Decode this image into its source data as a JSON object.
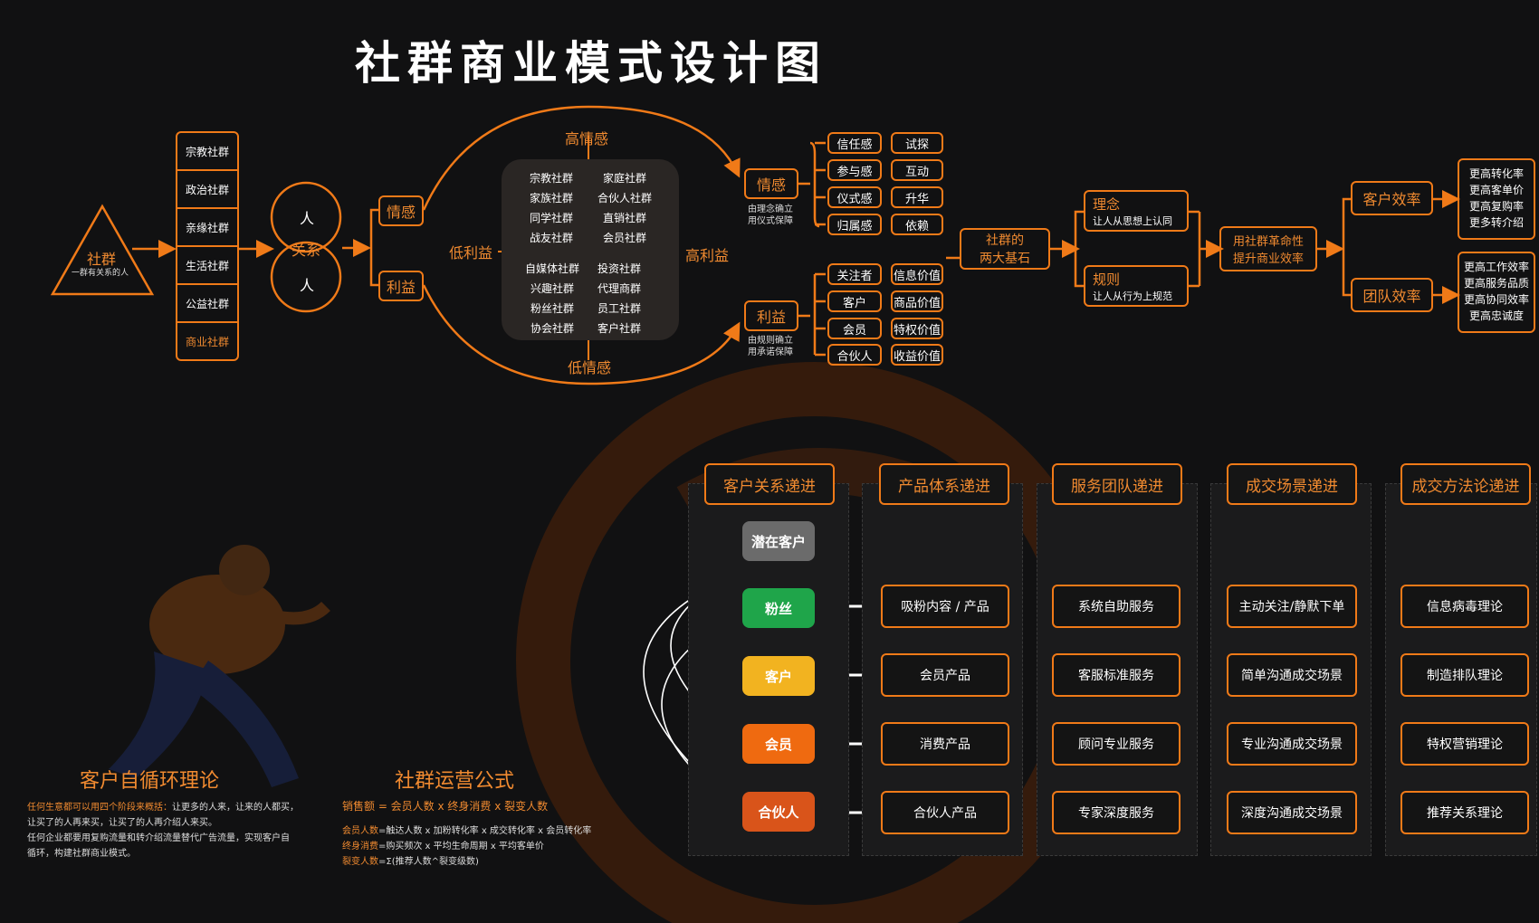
{
  "title": "社群商业模式设计图",
  "community": {
    "name": "社群",
    "sub": "一群有关系的人"
  },
  "types": [
    "宗教社群",
    "政治社群",
    "亲缘社群",
    "生活社群",
    "公益社群",
    "商业社群"
  ],
  "relation": {
    "top": "人",
    "mid": "关系",
    "bottom": "人"
  },
  "axes": {
    "emotion": "情感",
    "interest": "利益",
    "high_emotion": "高情感",
    "low_emotion": "低情感",
    "low_interest": "低利益",
    "high_interest": "高利益"
  },
  "quadrants": {
    "tl": [
      "宗教社群",
      "家族社群",
      "同学社群",
      "战友社群"
    ],
    "tr": [
      "家庭社群",
      "合伙人社群",
      "直销社群",
      "会员社群"
    ],
    "bl": [
      "自媒体社群",
      "兴趣社群",
      "粉丝社群",
      "协会社群"
    ],
    "br": [
      "投资社群",
      "代理商群",
      "员工社群",
      "客户社群"
    ]
  },
  "emotion_block": {
    "label": "情感",
    "note1": "由理念确立",
    "note2": "用仪式保障",
    "pairs": [
      [
        "信任感",
        "试探"
      ],
      [
        "参与感",
        "互动"
      ],
      [
        "仪式感",
        "升华"
      ],
      [
        "归属感",
        "依赖"
      ]
    ]
  },
  "interest_block": {
    "label": "利益",
    "note1": "由规则确立",
    "note2": "用承诺保障",
    "pairs": [
      [
        "关注者",
        "信息价值"
      ],
      [
        "客户",
        "商品价值"
      ],
      [
        "会员",
        "特权价值"
      ],
      [
        "合伙人",
        "收益价值"
      ]
    ]
  },
  "foundation": {
    "line1": "社群的",
    "line2": "两大基石"
  },
  "concept": {
    "title": "理念",
    "sub": "让人从思想上认同"
  },
  "rule": {
    "title": "规则",
    "sub": "让人从行为上规范"
  },
  "revolution": {
    "line1": "用社群革命性",
    "line2": "提升商业效率"
  },
  "customer_eff": {
    "label": "客户效率",
    "items": [
      "更高转化率",
      "更高客单价",
      "更高复购率",
      "更多转介绍"
    ]
  },
  "team_eff": {
    "label": "团队效率",
    "items": [
      "更高工作效率",
      "更高服务品质",
      "更高协同效率",
      "更高忠诚度"
    ]
  },
  "loop_theory": {
    "title": "客户自循环理论",
    "p1a": "任何生意都可以用四个阶段来概括：",
    "p1b": "让更多的人来，让来的人都买，",
    "p2": "让买了的人再来买，让买了的人再介绍人来买。",
    "p3": "任何企业都要用复购流量和转介绍流量替代广告流量，实现客户自",
    "p4": "循环，构建社群商业模式。"
  },
  "formula": {
    "title": "社群运营公式",
    "main": "销售额 = 会员人数 x 终身消费 x 裂变人数",
    "l1k": "会员人数",
    "l1v": "=触达人数 x 加粉转化率 x 成交转化率 x 会员转化率",
    "l2k": "终身消费",
    "l2v": "=购买频次 x 平均生命周期 x 平均客单价",
    "l3k": "裂变人数",
    "l3v": "=Σ(推荐人数^裂变级数)"
  },
  "funnel": {
    "top": "潜在客户",
    "stages": [
      "粉丝",
      "客户",
      "会员",
      "合伙人"
    ],
    "colors": [
      "#6b6b6b",
      "#1fa54a",
      "#f2b320",
      "#ef6a10",
      "#d9541a"
    ]
  },
  "columns": [
    {
      "head": "客户关系递进",
      "items": []
    },
    {
      "head": "产品体系递进",
      "items": [
        "吸粉内容 / 产品",
        "会员产品",
        "消费产品",
        "合伙人产品"
      ]
    },
    {
      "head": "服务团队递进",
      "items": [
        "系统自助服务",
        "客服标准服务",
        "顾问专业服务",
        "专家深度服务"
      ]
    },
    {
      "head": "成交场景递进",
      "items": [
        "主动关注/静默下单",
        "简单沟通成交场景",
        "专业沟通成交场景",
        "深度沟通成交场景"
      ]
    },
    {
      "head": "成交方法论递进",
      "items": [
        "信息病毒理论",
        "制造排队理论",
        "特权营销理论",
        "推荐关系理论"
      ]
    }
  ],
  "accent": "#f07a18"
}
